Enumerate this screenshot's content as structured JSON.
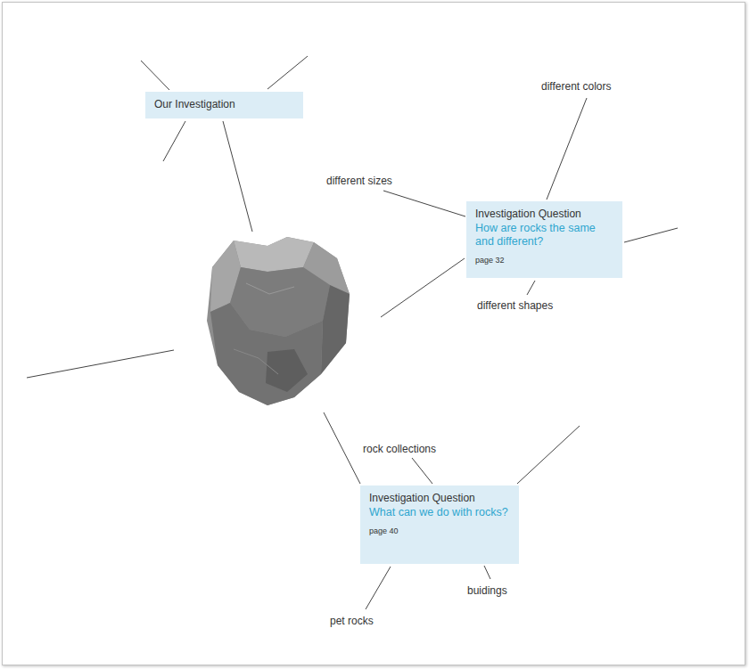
{
  "diagram": {
    "nodes": [
      {
        "text": [
          "Our Investigation"
        ]
      },
      {
        "text": [
          "Investigation Question",
          "How are rocks the same and different?",
          "page 32"
        ]
      },
      {
        "text": [
          "Investigation Question",
          "What can we do with rocks?",
          "page 40"
        ]
      }
    ],
    "labels": [
      "different colors",
      "different sizes",
      "different shapes",
      "rock collections",
      "buidings",
      "pet rocks"
    ]
  }
}
